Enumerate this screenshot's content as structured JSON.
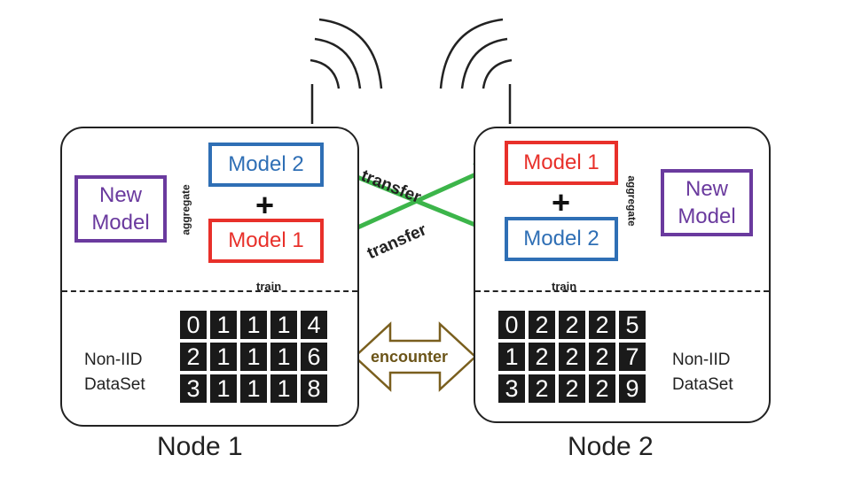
{
  "nodes": [
    {
      "name": "Node 1",
      "models": [
        "Model 2",
        "Model 1"
      ],
      "new_model": "New Model",
      "aggregate": "aggregate",
      "train": "train",
      "dataset_label": [
        "Non-IID",
        "DataSet"
      ],
      "digits": [
        [
          "0",
          "1",
          "1",
          "1",
          "4"
        ],
        [
          "2",
          "1",
          "1",
          "1",
          "6"
        ],
        [
          "3",
          "1",
          "1",
          "1",
          "8"
        ]
      ]
    },
    {
      "name": "Node 2",
      "models": [
        "Model 1",
        "Model 2"
      ],
      "new_model": "New Model",
      "aggregate": "aggregate",
      "train": "train",
      "dataset_label": [
        "Non-IID",
        "DataSet"
      ],
      "digits": [
        [
          "0",
          "2",
          "2",
          "2",
          "5"
        ],
        [
          "1",
          "2",
          "2",
          "2",
          "7"
        ],
        [
          "3",
          "2",
          "2",
          "2",
          "9"
        ]
      ]
    }
  ],
  "plus": "+",
  "transfer_labels": [
    "transfer",
    "transfer"
  ],
  "encounter": "encounter",
  "colors": {
    "model_blue": "#2f6fb5",
    "model_red": "#e8302a",
    "new_model_purple": "#6a3a9e",
    "arrow_green": "#3cb54a",
    "light_green": "#a8d98a",
    "encounter_brown": "#7a5f1e"
  }
}
